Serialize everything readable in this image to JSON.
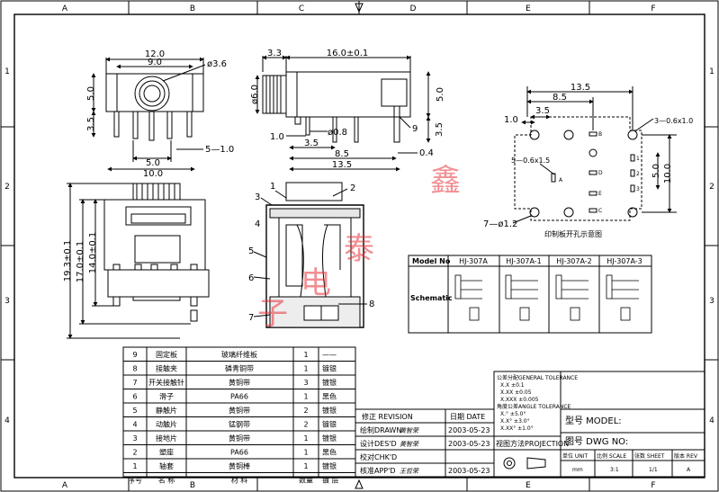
{
  "grid": {
    "columns": [
      "A",
      "B",
      "C",
      "D",
      "E",
      "F"
    ],
    "rows": [
      "1",
      "2",
      "3",
      "4"
    ]
  },
  "front_view": {
    "dims": [
      "12.0",
      "9.0",
      "ø3.6",
      "5.0",
      "3.5",
      "5.0",
      "10.0",
      "5—1.0"
    ]
  },
  "side_view": {
    "dims": [
      "3.3",
      "16.0±0.1",
      "ø6.0",
      "5.0",
      "3.5",
      "1.0",
      "ø0.8",
      "3.5",
      "8.5",
      "13.5",
      "0.4"
    ],
    "callout": "9"
  },
  "pcb_view": {
    "dims": [
      "13.5",
      "8.5",
      "3.5",
      "1.0",
      "3—0.6x1.0",
      "5—0.6x1.5",
      "5.0",
      "10.0",
      "7—ø1.2"
    ],
    "pin_labels": [
      "A",
      "B",
      "D",
      "E",
      "C",
      "1",
      "2",
      "3"
    ],
    "caption": "印制板开孔示意图"
  },
  "body_view": {
    "dims": [
      "19.3±0.1",
      "17.0±0.1",
      "14.0±0.1"
    ]
  },
  "section_view": {
    "callouts": [
      "1",
      "2",
      "3",
      "4",
      "5",
      "6",
      "7",
      "8"
    ]
  },
  "watermarks": [
    "鑫",
    "泰",
    "电",
    "子"
  ],
  "schematic_table": {
    "header_label": "Model No",
    "row_label": "Schematic",
    "models": [
      "HJ-307A",
      "HJ-307A-1",
      "HJ-307A-2",
      "HJ-307A-3"
    ]
  },
  "bom": {
    "headers": [
      "序号",
      "名 称",
      "材 料",
      "数量",
      "镀 层"
    ],
    "rows": [
      {
        "no": "9",
        "name": "固定板",
        "material": "玻璃纤维板",
        "qty": "1",
        "plating": "——"
      },
      {
        "no": "8",
        "name": "接触夹",
        "material": "磷青铜带",
        "qty": "1",
        "plating": "镀银"
      },
      {
        "no": "7",
        "name": "开关接触针",
        "material": "黄铜带",
        "qty": "3",
        "plating": "镀银"
      },
      {
        "no": "6",
        "name": "滑子",
        "material": "PA66",
        "qty": "1",
        "plating": "黑色"
      },
      {
        "no": "5",
        "name": "静触片",
        "material": "黄铜带",
        "qty": "2",
        "plating": "镀银"
      },
      {
        "no": "4",
        "name": "动触片",
        "material": "锰钢带",
        "qty": "2",
        "plating": "镀银"
      },
      {
        "no": "3",
        "name": "接地片",
        "material": "黄铜带",
        "qty": "1",
        "plating": "镀银"
      },
      {
        "no": "2",
        "name": "塑座",
        "material": "PA66",
        "qty": "1",
        "plating": "黑色"
      },
      {
        "no": "1",
        "name": "轴套",
        "material": "黄铜棒",
        "qty": "1",
        "plating": "镀银"
      }
    ]
  },
  "revision": {
    "revision_label": "修正 REVISION",
    "date_label": "日期 DATE",
    "rows": [
      {
        "label": "绘制DRAWN",
        "sign": "黄智荣",
        "date": "2003-05-23"
      },
      {
        "label": "设计DES'D",
        "sign": "黄智荣",
        "date": "2003-05-23"
      },
      {
        "label": "校对CHK'D",
        "sign": "",
        "date": ""
      },
      {
        "label": "核准APP'D",
        "sign": "王哲荣",
        "date": "2003-05-23"
      }
    ]
  },
  "tolerance": {
    "lines": [
      "公差分配GENERAL TOLERANCE",
      "X.X      ±0.1",
      "X.XX    ±0.05",
      "X.XXX  ±0.005",
      "角度公差ANGLE TOLERANCE",
      "X.°      ±5.0°",
      "X.X°    ±3.0°",
      "X.XX°  ±1.0°"
    ],
    "projection_label": "视图方法PROJECTION"
  },
  "title_block": {
    "model_label": "型号 MODEL:",
    "dwg_label": "图号 DWG NO:",
    "unit_label": "单位 UNIT",
    "unit_value": "mm",
    "scale_label": "比例 SCALE",
    "scale_value": "3:1",
    "sheet_label": "张数 SHEET",
    "sheet_value": "1/1",
    "rev_label": "版本 REV",
    "rev_value": "A"
  }
}
